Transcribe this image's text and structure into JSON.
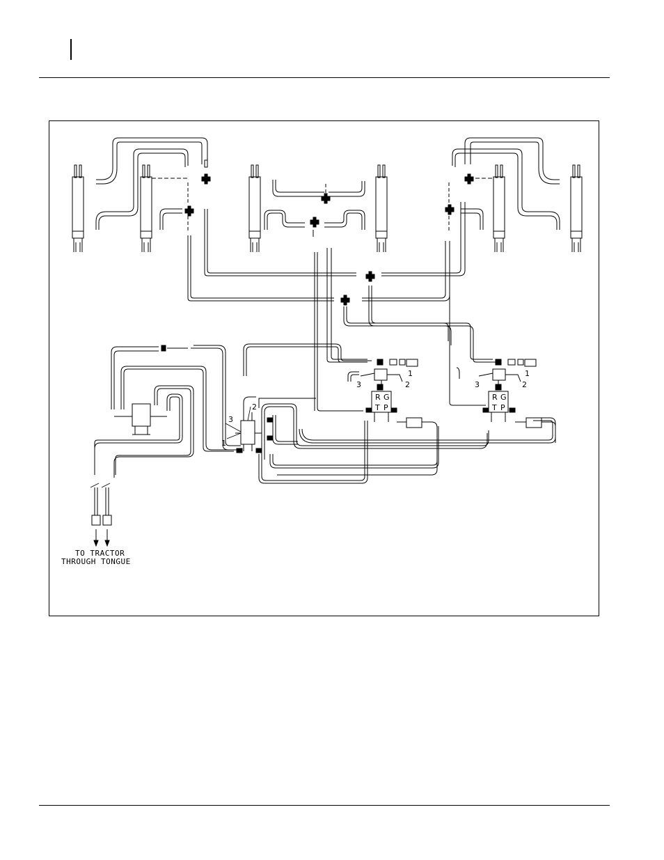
{
  "diagram": {
    "caption_line1": "TO TRACTOR",
    "caption_line2": "THROUGH TONGUE",
    "callouts": {
      "left_valve": [
        "3",
        "2",
        "1"
      ],
      "center_valve": [
        "3",
        "1",
        "2"
      ],
      "right_valve": [
        "3",
        "1",
        "2"
      ]
    },
    "port_labels": {
      "center_top": [
        "R",
        "G"
      ],
      "center_bottom": [
        "T",
        "P"
      ],
      "right_top": [
        "R",
        "G"
      ],
      "right_bottom": [
        "T",
        "P"
      ]
    }
  },
  "colors": {
    "line": "#000000",
    "background": "#ffffff"
  }
}
